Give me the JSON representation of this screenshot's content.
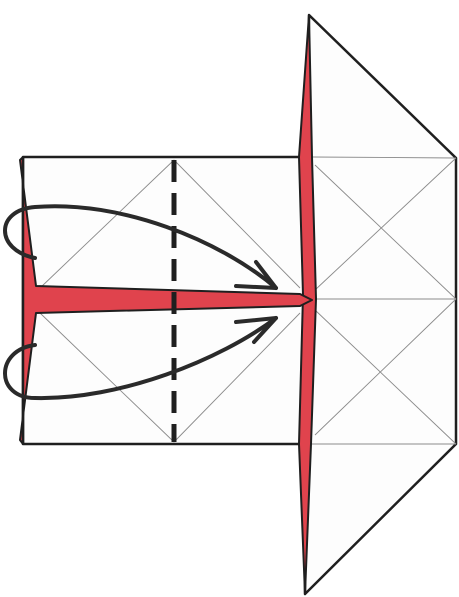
{
  "diagram": {
    "kind": "origami-fold-instruction",
    "step_text": "",
    "colors": {
      "paper": "#fdfdfd",
      "outline": "#1f1f1f",
      "crease": "#8a8a8a",
      "inside_color": "#e0434d",
      "arrow": "#2a2a2a"
    },
    "icons": {
      "fold_arrow_top": "curved-fold-arrow",
      "fold_arrow_bottom": "curved-fold-arrow",
      "valley_fold_line": "dashed-valley-fold-line"
    }
  }
}
